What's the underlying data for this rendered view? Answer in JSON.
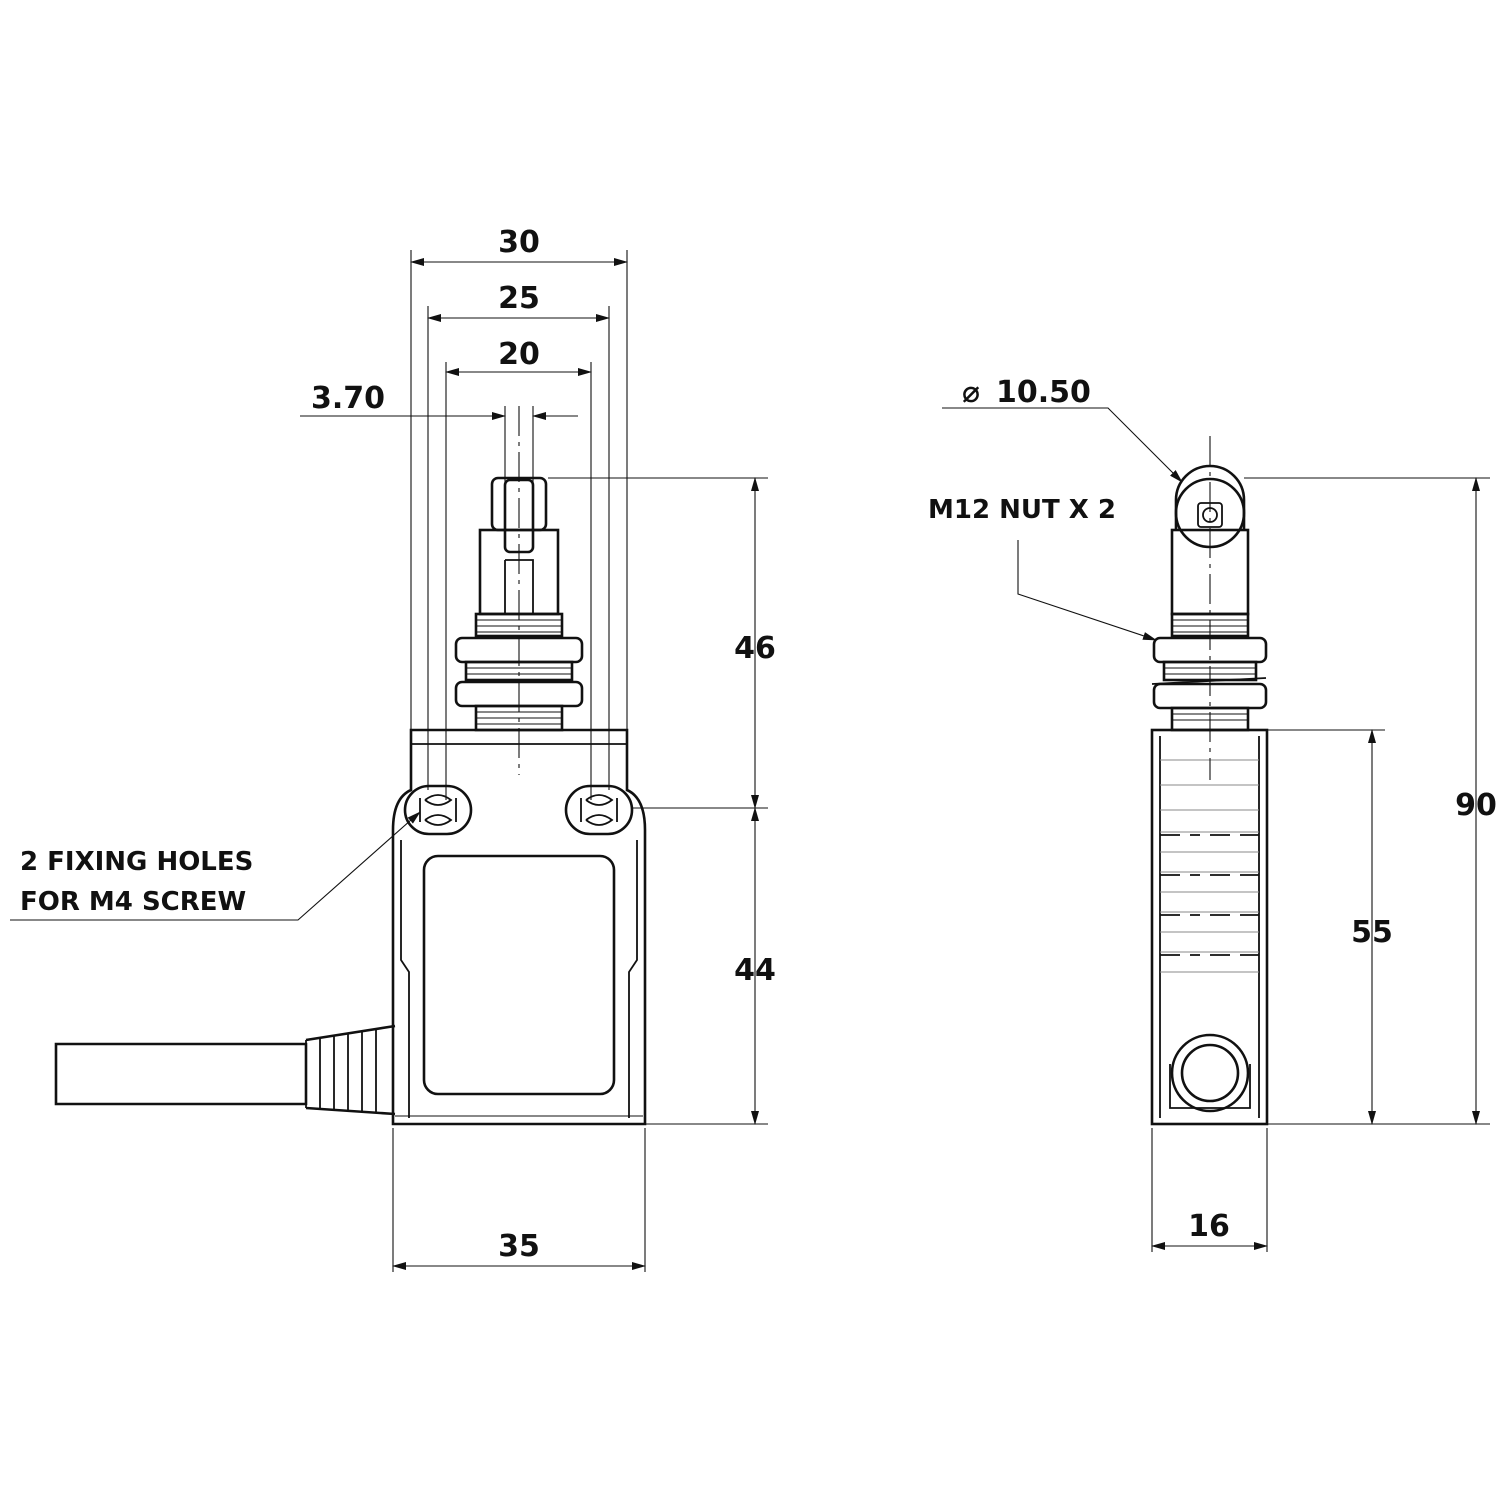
{
  "dimensions": {
    "width_30": "30",
    "width_25": "25",
    "width_20": "20",
    "plunger_3_70": "3.70",
    "height_46": "46",
    "height_44": "44",
    "body_width_35": "35",
    "roller_diameter": "10.50",
    "diameter_symbol": "⌀",
    "total_height_90": "90",
    "body_height_55": "55",
    "depth_16": "16"
  },
  "notes": {
    "fixing_holes_line1": "2 FIXING HOLES",
    "fixing_holes_line2": "FOR M4 SCREW",
    "nut": "M12 NUT X 2"
  }
}
